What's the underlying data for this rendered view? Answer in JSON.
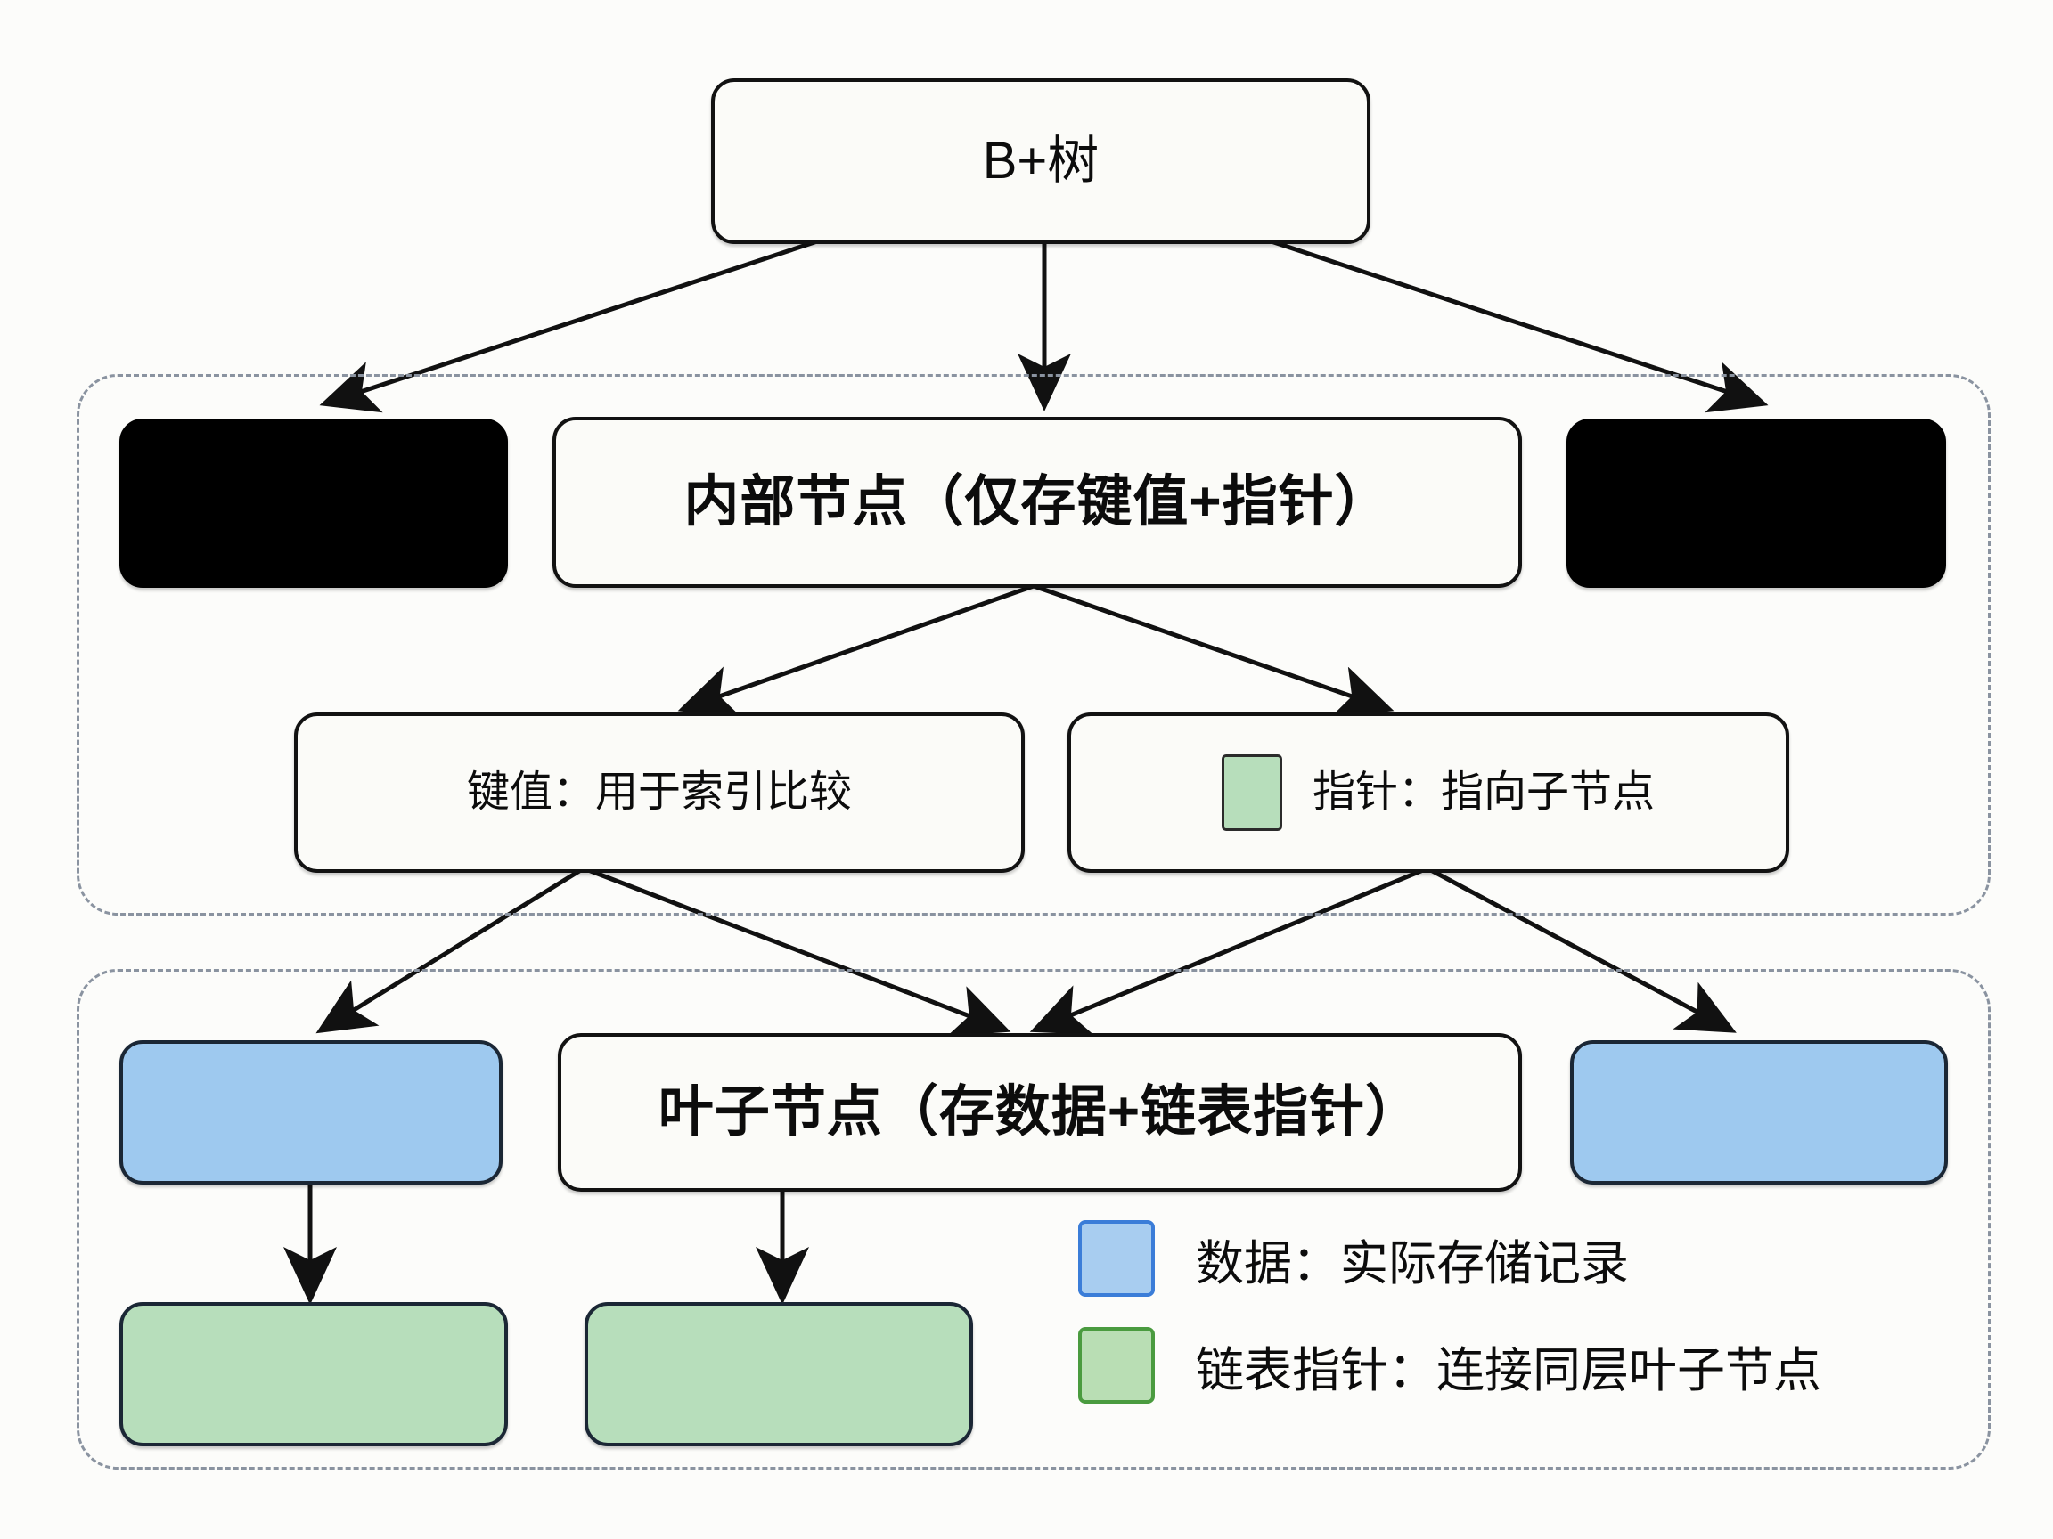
{
  "diagram": {
    "title": "B+树",
    "background_color": "#fcfcfa",
    "root": {
      "label": "B+树"
    },
    "internal_group": {
      "name": "internal-node-group",
      "nodes": [
        {
          "id": "internal-left-blank",
          "label": "",
          "fill": "#000000",
          "kind": "black-box"
        },
        {
          "id": "internal-main",
          "label": "内部节点（仅存键值+指针）",
          "fill": "#fbfbf8",
          "kind": "labeled"
        },
        {
          "id": "internal-right-blank",
          "label": "",
          "fill": "#000000",
          "kind": "black-box"
        },
        {
          "id": "key-node",
          "label": "键值：用于索引比较",
          "fill": "#fbfbf8",
          "kind": "labeled"
        },
        {
          "id": "pointer-node",
          "label": "指针：指向子节点",
          "fill": "#fbfbf8",
          "kind": "labeled-with-chip",
          "chip_color": "#b7debb"
        }
      ]
    },
    "leaf_group": {
      "name": "leaf-node-group",
      "nodes": [
        {
          "id": "leaf-left-data",
          "label": "",
          "fill": "#9ec9ef",
          "kind": "data-box"
        },
        {
          "id": "leaf-main",
          "label": "叶子节点（存数据+链表指针）",
          "fill": "#fbfbf8",
          "kind": "labeled"
        },
        {
          "id": "leaf-right-data",
          "label": "",
          "fill": "#9ec9ef",
          "kind": "data-box"
        },
        {
          "id": "link-ptr-left",
          "label": "",
          "fill": "#b7debb",
          "kind": "link-pointer-box"
        },
        {
          "id": "link-ptr-right",
          "label": "",
          "fill": "#b7debb",
          "kind": "link-pointer-box"
        }
      ]
    },
    "legend": {
      "items": [
        {
          "swatch": "data",
          "color": "#a8cdf0",
          "border": "#3b7dd8",
          "label": "数据：实际存储记录"
        },
        {
          "swatch": "linkptr",
          "color": "#b9deb4",
          "border": "#4a9b3f",
          "label": "链表指针：连接同层叶子节点"
        }
      ]
    }
  }
}
